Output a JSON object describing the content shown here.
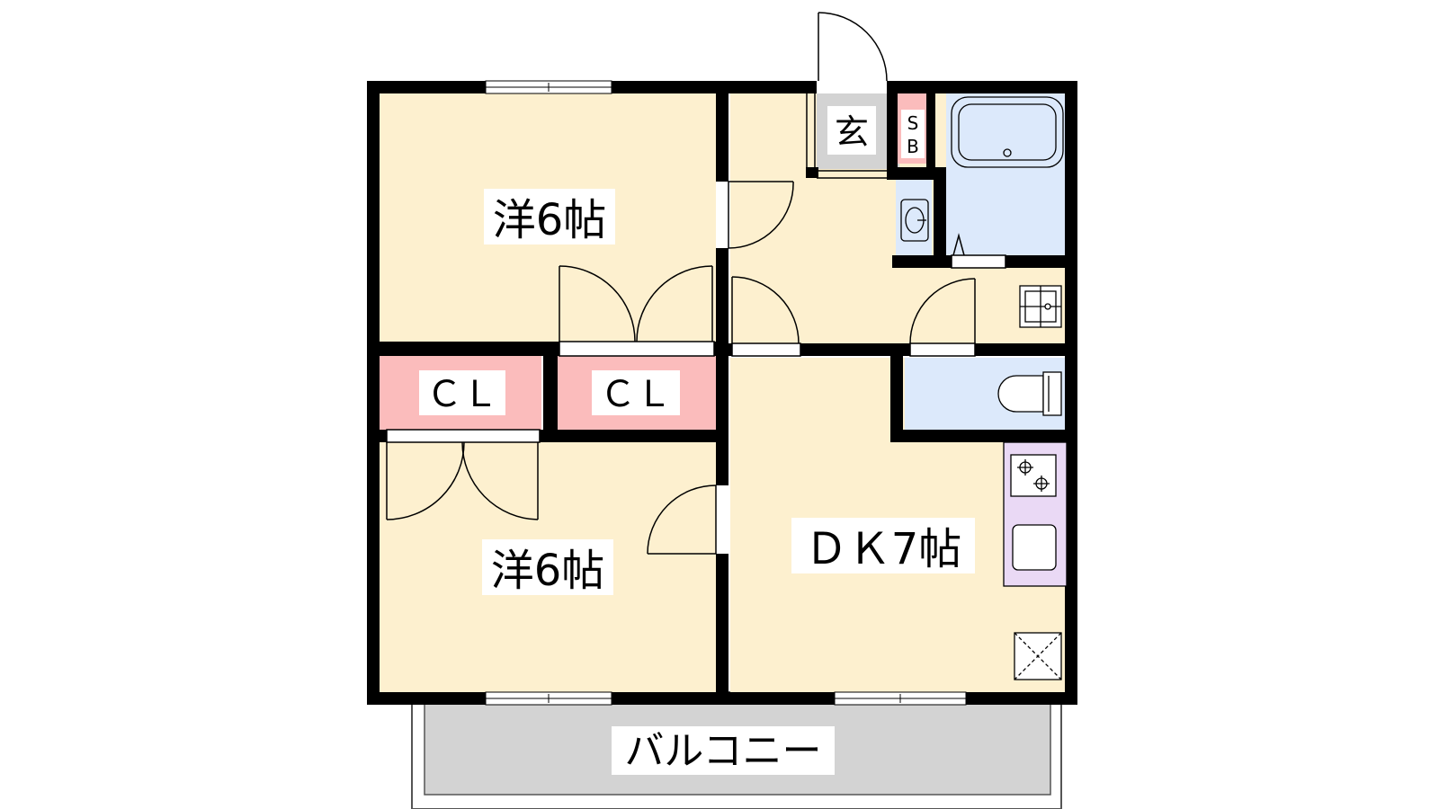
{
  "rooms": {
    "western_room_1": "洋6帖",
    "western_room_2": "洋6帖",
    "closet_1": "ＣＬ",
    "closet_2": "ＣＬ",
    "dining_kitchen": "ＤＫ7帖",
    "entrance": "玄",
    "shoe_box": [
      "S",
      "B"
    ],
    "balcony": "バルコニー"
  },
  "colors": {
    "room_floor": "#fdf0cf",
    "closet": "#fbbcbc",
    "entrance_floor": "#d3d3d3",
    "wet_area": "#dce9fb",
    "kitchen_counter": "#ead9f5",
    "balcony_floor": "#d3d3d3",
    "wall": "#000000"
  },
  "icons": [
    "bathtub-icon",
    "washbasin-icon",
    "washer-pan-icon",
    "toilet-icon",
    "stove-icon",
    "sink-icon",
    "refrigerator-space-icon"
  ]
}
